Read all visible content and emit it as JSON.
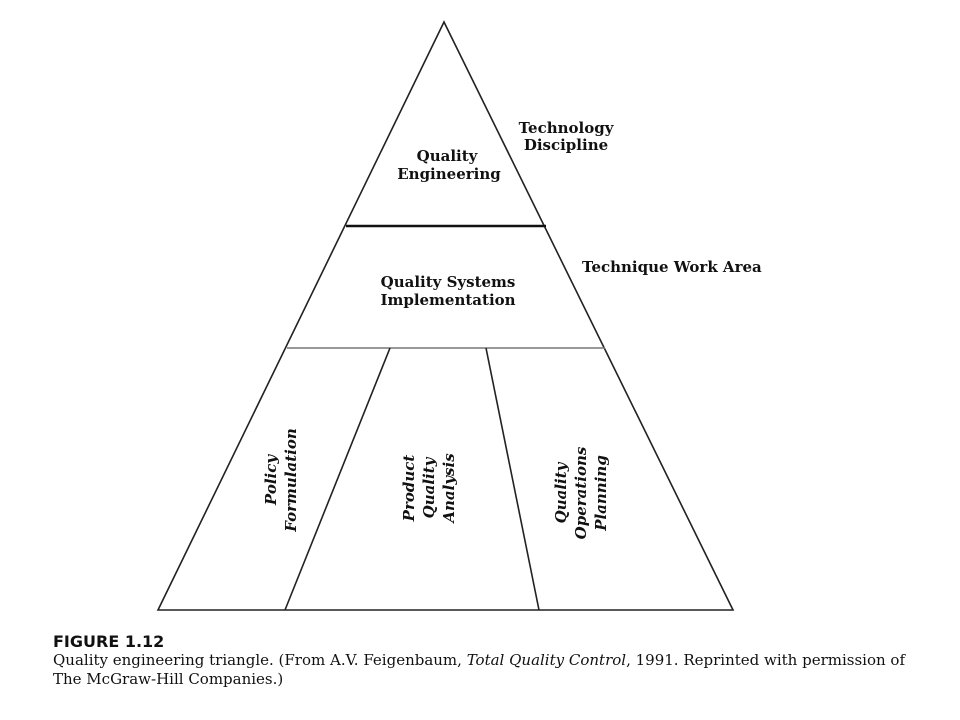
{
  "diagram": {
    "apex": {
      "label_line1": "Quality",
      "label_line2": "Engineering"
    },
    "middle": {
      "label_line1": "Quality Systems",
      "label_line2": "Implementation"
    },
    "side_labels": {
      "top_line1": "Technology",
      "top_line2": "Discipline",
      "middle": "Technique Work Area"
    },
    "bottom_sections": [
      {
        "line1": "Policy",
        "line2": "Formulation"
      },
      {
        "line1": "Product",
        "line2": "Quality",
        "line3": "Analysis"
      },
      {
        "line1": "Quality",
        "line2": "Operations",
        "line3": "Planning"
      }
    ]
  },
  "caption": {
    "figure_label": "FIGURE 1.12",
    "text_before": "Quality engineering triangle. (From A.V. Feigenbaum, ",
    "book_title": "Total Quality Control",
    "text_after": ", 1991. Reprinted with permission of The McGraw-Hill Companies.)"
  }
}
